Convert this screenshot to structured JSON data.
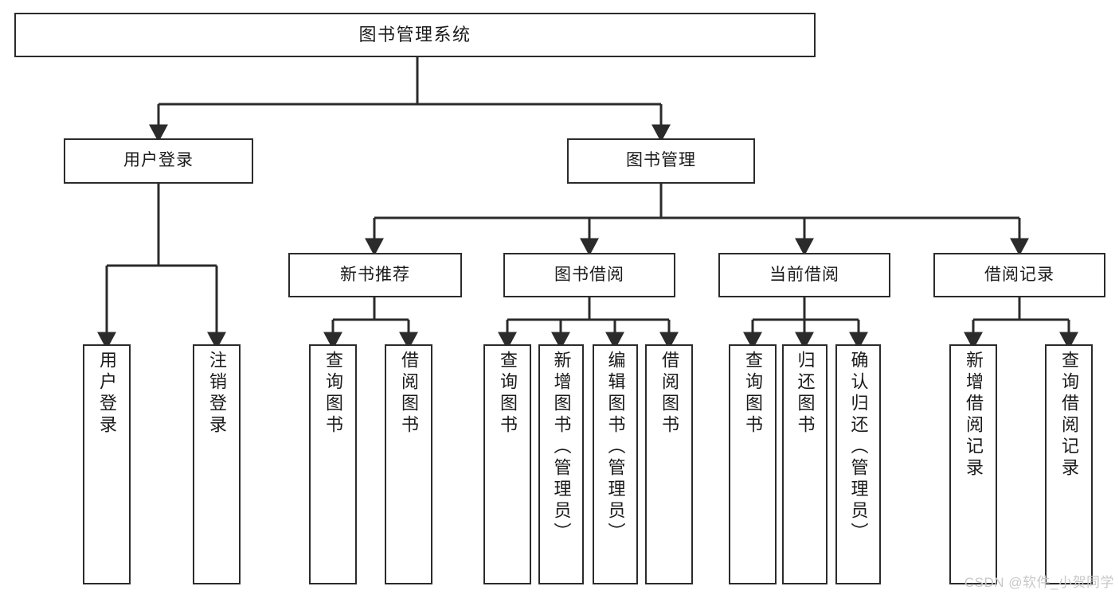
{
  "diagram": {
    "type": "tree",
    "title": "图书管理系统",
    "watermark": "CSDN @软件_小贺同学",
    "colors": {
      "box_border": "#2b2b2b",
      "box_fill": "#ffffff",
      "edge": "#2b2b2b",
      "text": "#1a1a1a",
      "watermark": "#c8c8c8",
      "background": "#ffffff"
    },
    "nodes": {
      "root": {
        "label": "图书管理系统"
      },
      "level2": [
        {
          "id": "user-login",
          "label": "用户登录"
        },
        {
          "id": "book-manage",
          "label": "图书管理"
        }
      ],
      "level3": [
        {
          "id": "new-book-rec",
          "label": "新书推荐"
        },
        {
          "id": "book-borrow",
          "label": "图书借阅"
        },
        {
          "id": "current-borrow",
          "label": "当前借阅"
        },
        {
          "id": "borrow-record",
          "label": "借阅记录"
        }
      ],
      "leaves": [
        {
          "id": "leaf-user-login",
          "label": "用户登录",
          "parent": "user-login"
        },
        {
          "id": "leaf-logout-login",
          "label": "注销登录",
          "parent": "user-login"
        },
        {
          "id": "leaf-query-book-1",
          "label": "查询图书",
          "parent": "new-book-rec"
        },
        {
          "id": "leaf-borrow-book-1",
          "label": "借阅图书",
          "parent": "new-book-rec"
        },
        {
          "id": "leaf-query-book-2",
          "label": "查询图书",
          "parent": "book-borrow"
        },
        {
          "id": "leaf-add-book",
          "label": "新增图书（管理员）",
          "parent": "book-borrow"
        },
        {
          "id": "leaf-edit-book",
          "label": "编辑图书（管理员）",
          "parent": "book-borrow"
        },
        {
          "id": "leaf-borrow-book-2",
          "label": "借阅图书",
          "parent": "book-borrow"
        },
        {
          "id": "leaf-query-book-3",
          "label": "查询图书",
          "parent": "current-borrow"
        },
        {
          "id": "leaf-return-book",
          "label": "归还图书",
          "parent": "current-borrow"
        },
        {
          "id": "leaf-confirm-return",
          "label": "确认归还（管理员）",
          "parent": "current-borrow"
        },
        {
          "id": "leaf-add-record",
          "label": "新增借阅记录",
          "parent": "borrow-record"
        },
        {
          "id": "leaf-query-record",
          "label": "查询借阅记录",
          "parent": "borrow-record"
        }
      ]
    }
  }
}
